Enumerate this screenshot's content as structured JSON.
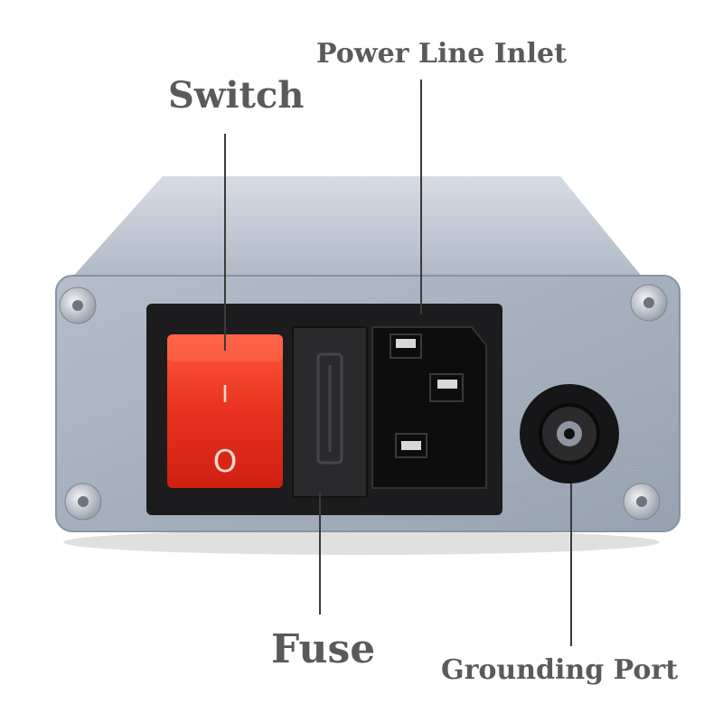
{
  "labels": {
    "switch": "Switch",
    "power_inlet": "Power Line Inlet",
    "fuse": "Fuse",
    "grounding_port": "Grounding Port"
  },
  "switch_symbols": {
    "on": "I",
    "off": "O"
  },
  "colors": {
    "panel": "#a9b3c2",
    "switch": "#e8321e",
    "leader_line": "#3a3a3a",
    "label_text": "#5a5a5a"
  }
}
